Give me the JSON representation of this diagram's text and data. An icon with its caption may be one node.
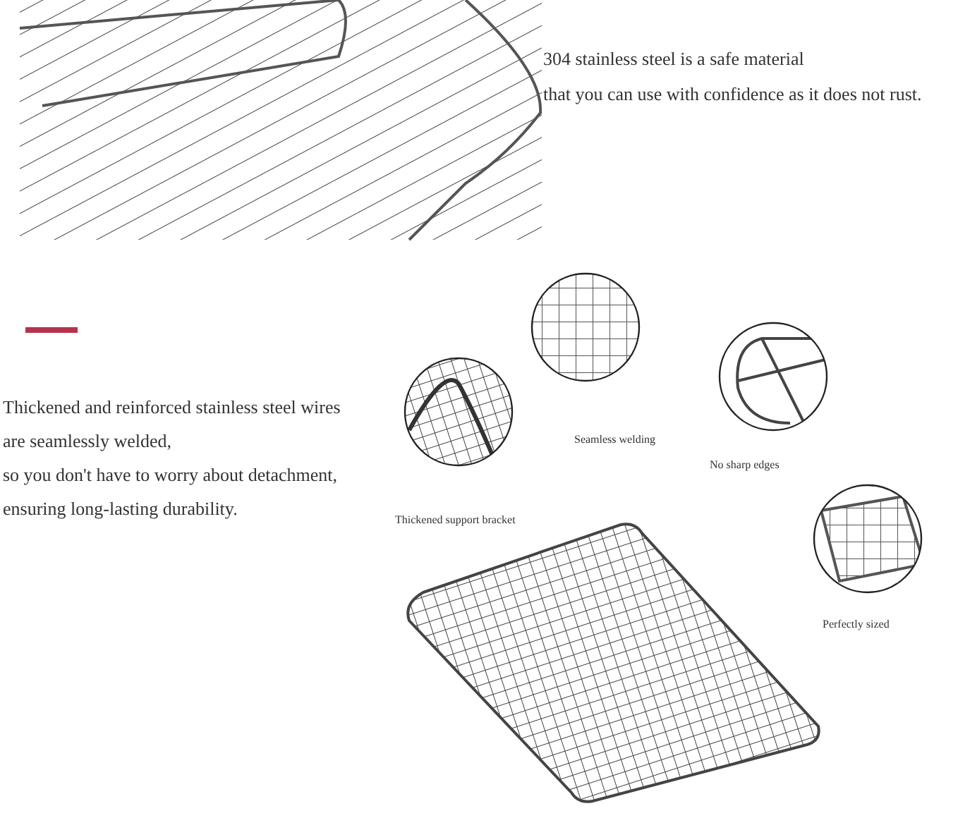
{
  "diagram": {
    "labels": [
      "304 stainless steel is a safe material",
      "that you can use with confidence as it does not rust.",
      "Thickened and reinforced stainless steel wires",
      "are seamlessly welded,",
      "so you don't have to worry about detachment,",
      "ensuring long-lasting durability.",
      "Seamless welding",
      "No sharp edges",
      "Thickened support bracket",
      "Perfectly sized"
    ]
  }
}
